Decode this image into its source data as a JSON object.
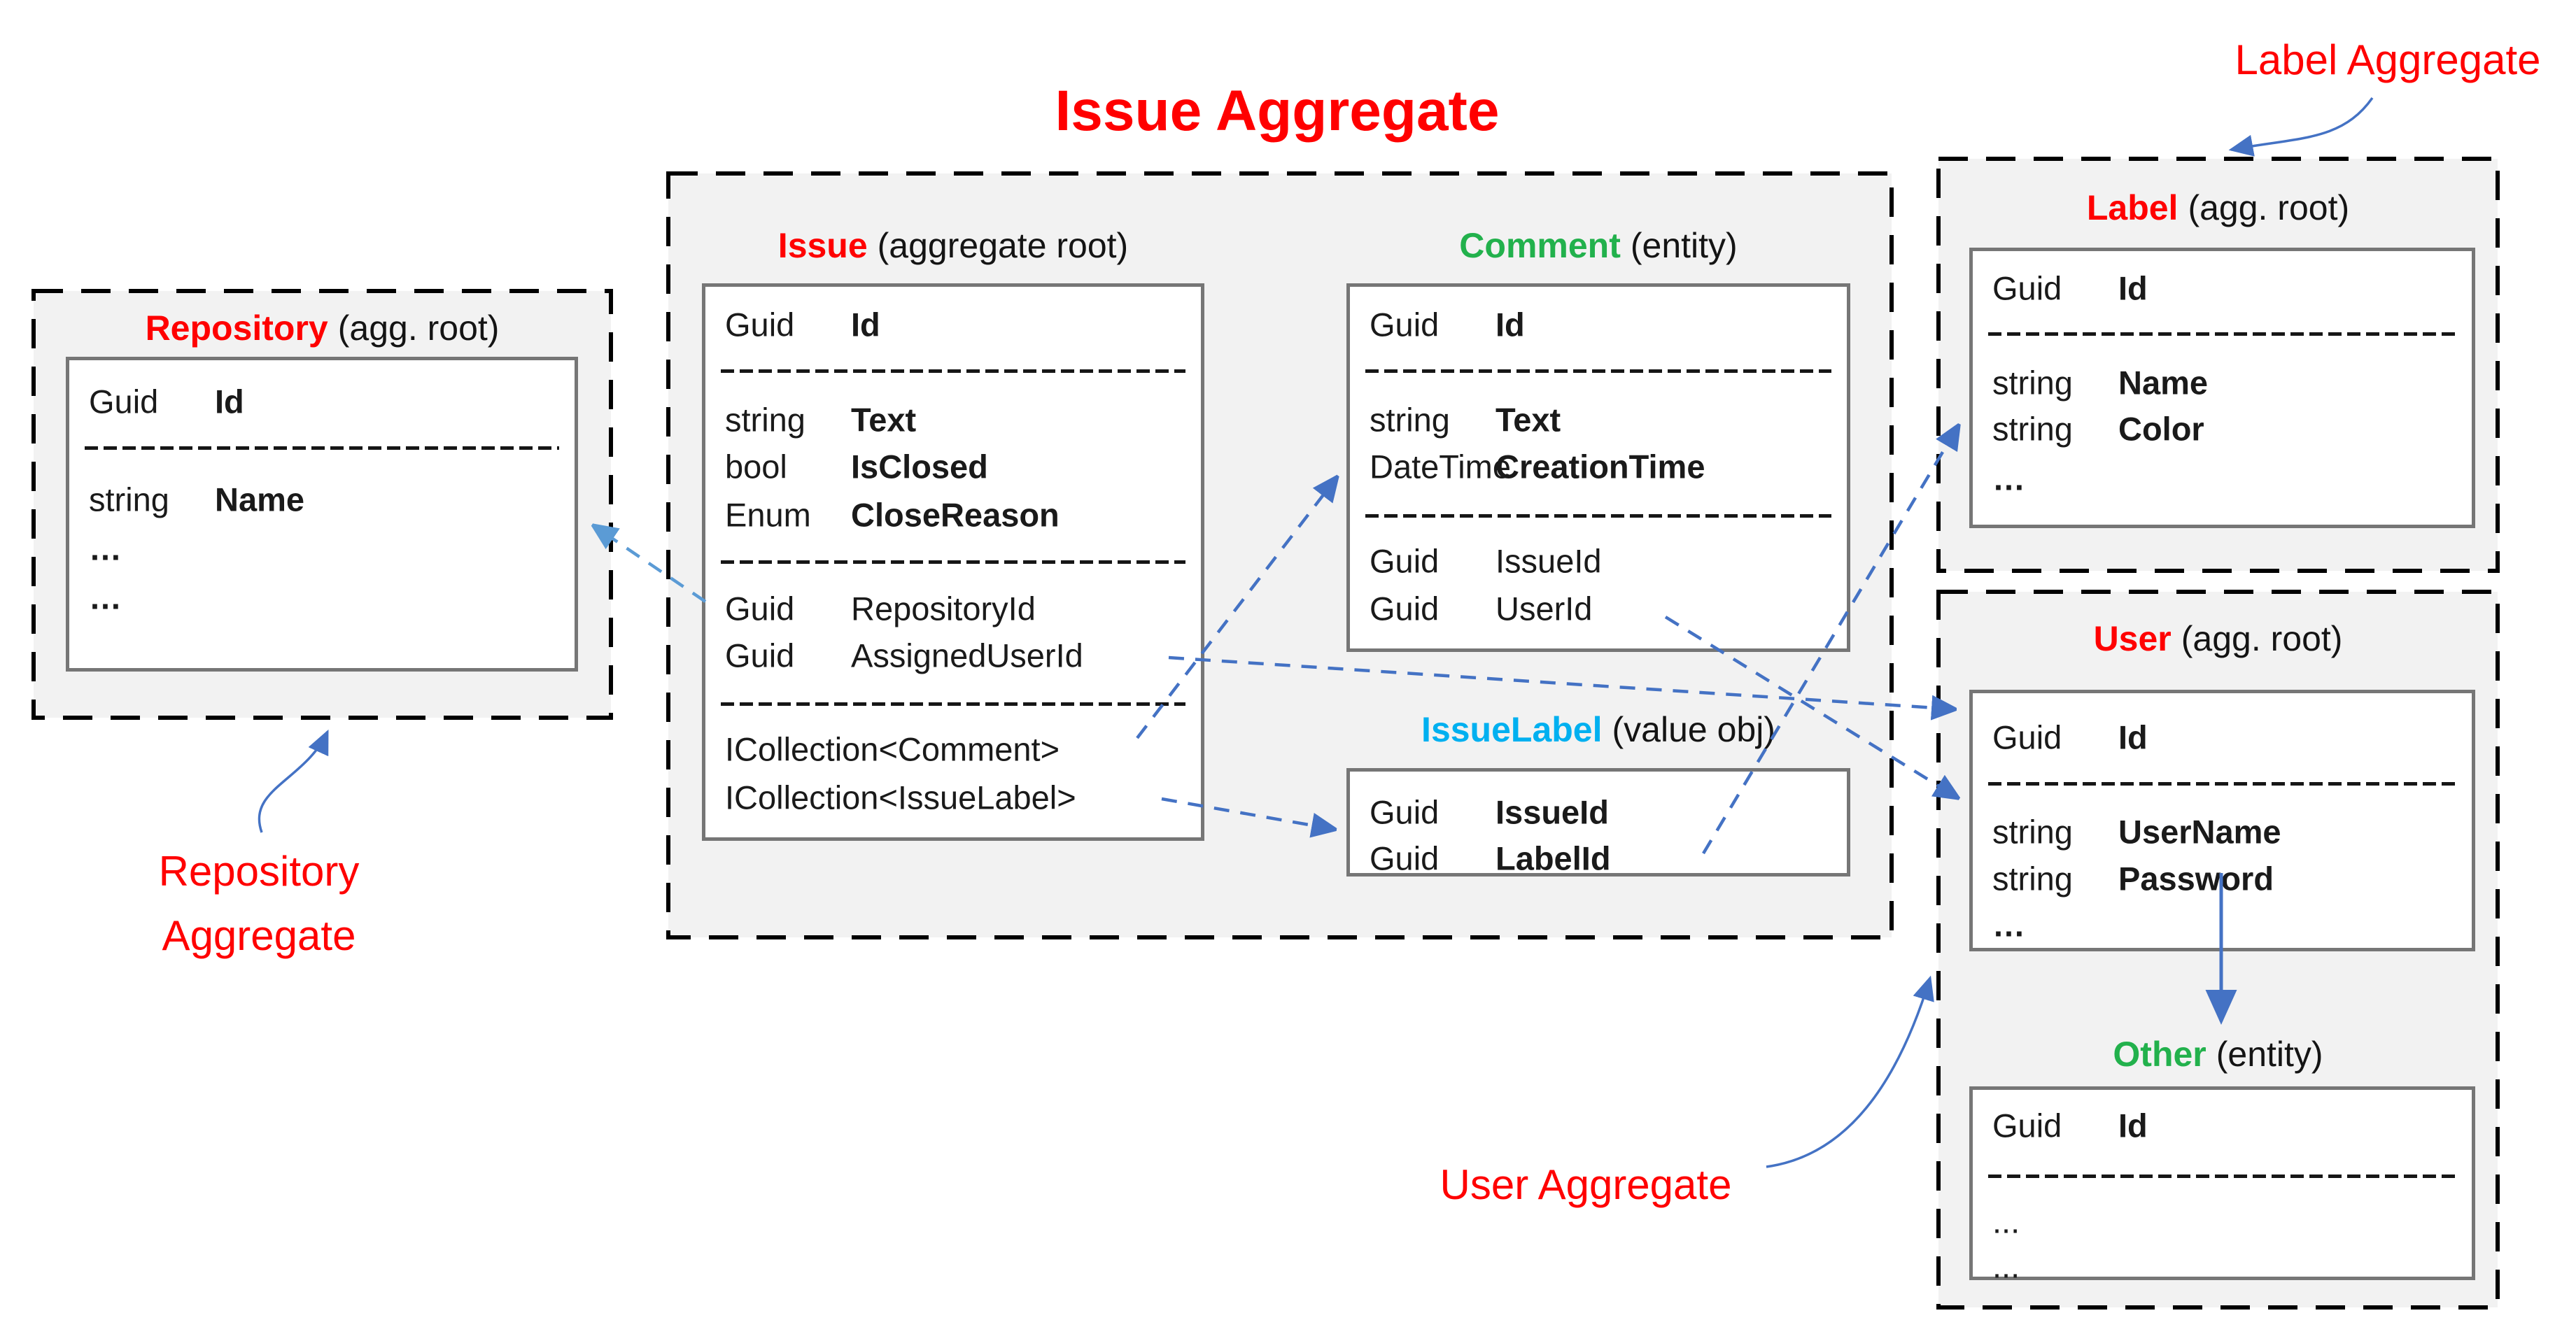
{
  "title": "Issue Aggregate",
  "annotations": {
    "repository_line1": "Repository",
    "repository_line2": "Aggregate",
    "label": "Label Aggregate",
    "user": "User Aggregate"
  },
  "entities": {
    "issue": {
      "name": "Issue",
      "kind": "(aggregate root)",
      "rows": [
        {
          "type": "Guid",
          "name": "Id"
        },
        {
          "type": "string",
          "name": "Text"
        },
        {
          "type": "bool",
          "name": "IsClosed"
        },
        {
          "type": "Enum",
          "name": "CloseReason"
        },
        {
          "type": "Guid",
          "name": "RepositoryId"
        },
        {
          "type": "Guid",
          "name": "AssignedUserId"
        },
        {
          "type": "ICollection<Comment>",
          "name": ""
        },
        {
          "type": "ICollection<IssueLabel>",
          "name": ""
        }
      ]
    },
    "comment": {
      "name": "Comment",
      "kind": "(entity)",
      "rows": [
        {
          "type": "Guid",
          "name": "Id"
        },
        {
          "type": "string",
          "name": "Text"
        },
        {
          "type": "DateTime",
          "name": "CreationTime"
        },
        {
          "type": "Guid",
          "name": "IssueId"
        },
        {
          "type": "Guid",
          "name": "UserId"
        }
      ]
    },
    "issue_label": {
      "name": "IssueLabel",
      "kind": "(value obj)",
      "rows": [
        {
          "type": "Guid",
          "name": "IssueId"
        },
        {
          "type": "Guid",
          "name": "LabelId"
        }
      ]
    },
    "repository": {
      "name": "Repository",
      "kind": "(agg. root)",
      "rows": [
        {
          "type": "Guid",
          "name": "Id"
        },
        {
          "type": "string",
          "name": "Name"
        },
        {
          "type": "…",
          "name": ""
        },
        {
          "type": "…",
          "name": ""
        }
      ]
    },
    "label": {
      "name": "Label",
      "kind": "(agg. root)",
      "rows": [
        {
          "type": "Guid",
          "name": "Id"
        },
        {
          "type": "string",
          "name": "Name"
        },
        {
          "type": "string",
          "name": "Color"
        },
        {
          "type": "…",
          "name": ""
        }
      ]
    },
    "user": {
      "name": "User",
      "kind": "(agg. root)",
      "rows": [
        {
          "type": "Guid",
          "name": "Id"
        },
        {
          "type": "string",
          "name": "UserName"
        },
        {
          "type": "string",
          "name": "Password"
        },
        {
          "type": "…",
          "name": ""
        }
      ]
    },
    "other": {
      "name": "Other",
      "kind": "(entity)",
      "rows": [
        {
          "type": "Guid",
          "name": "Id"
        },
        {
          "type": "...",
          "name": ""
        },
        {
          "type": "...",
          "name": ""
        }
      ]
    }
  },
  "colors": {
    "title_red": "#FF0000",
    "entity_green": "#22B14C",
    "value_obj_cyan": "#00B0F0",
    "arrow_blue": "#4472C4",
    "arrow_light_blue": "#5B9BD5",
    "aggregate_box_fill": "#F2F2F2",
    "aggregate_box_border": "#000000",
    "table_border": "#767676"
  }
}
